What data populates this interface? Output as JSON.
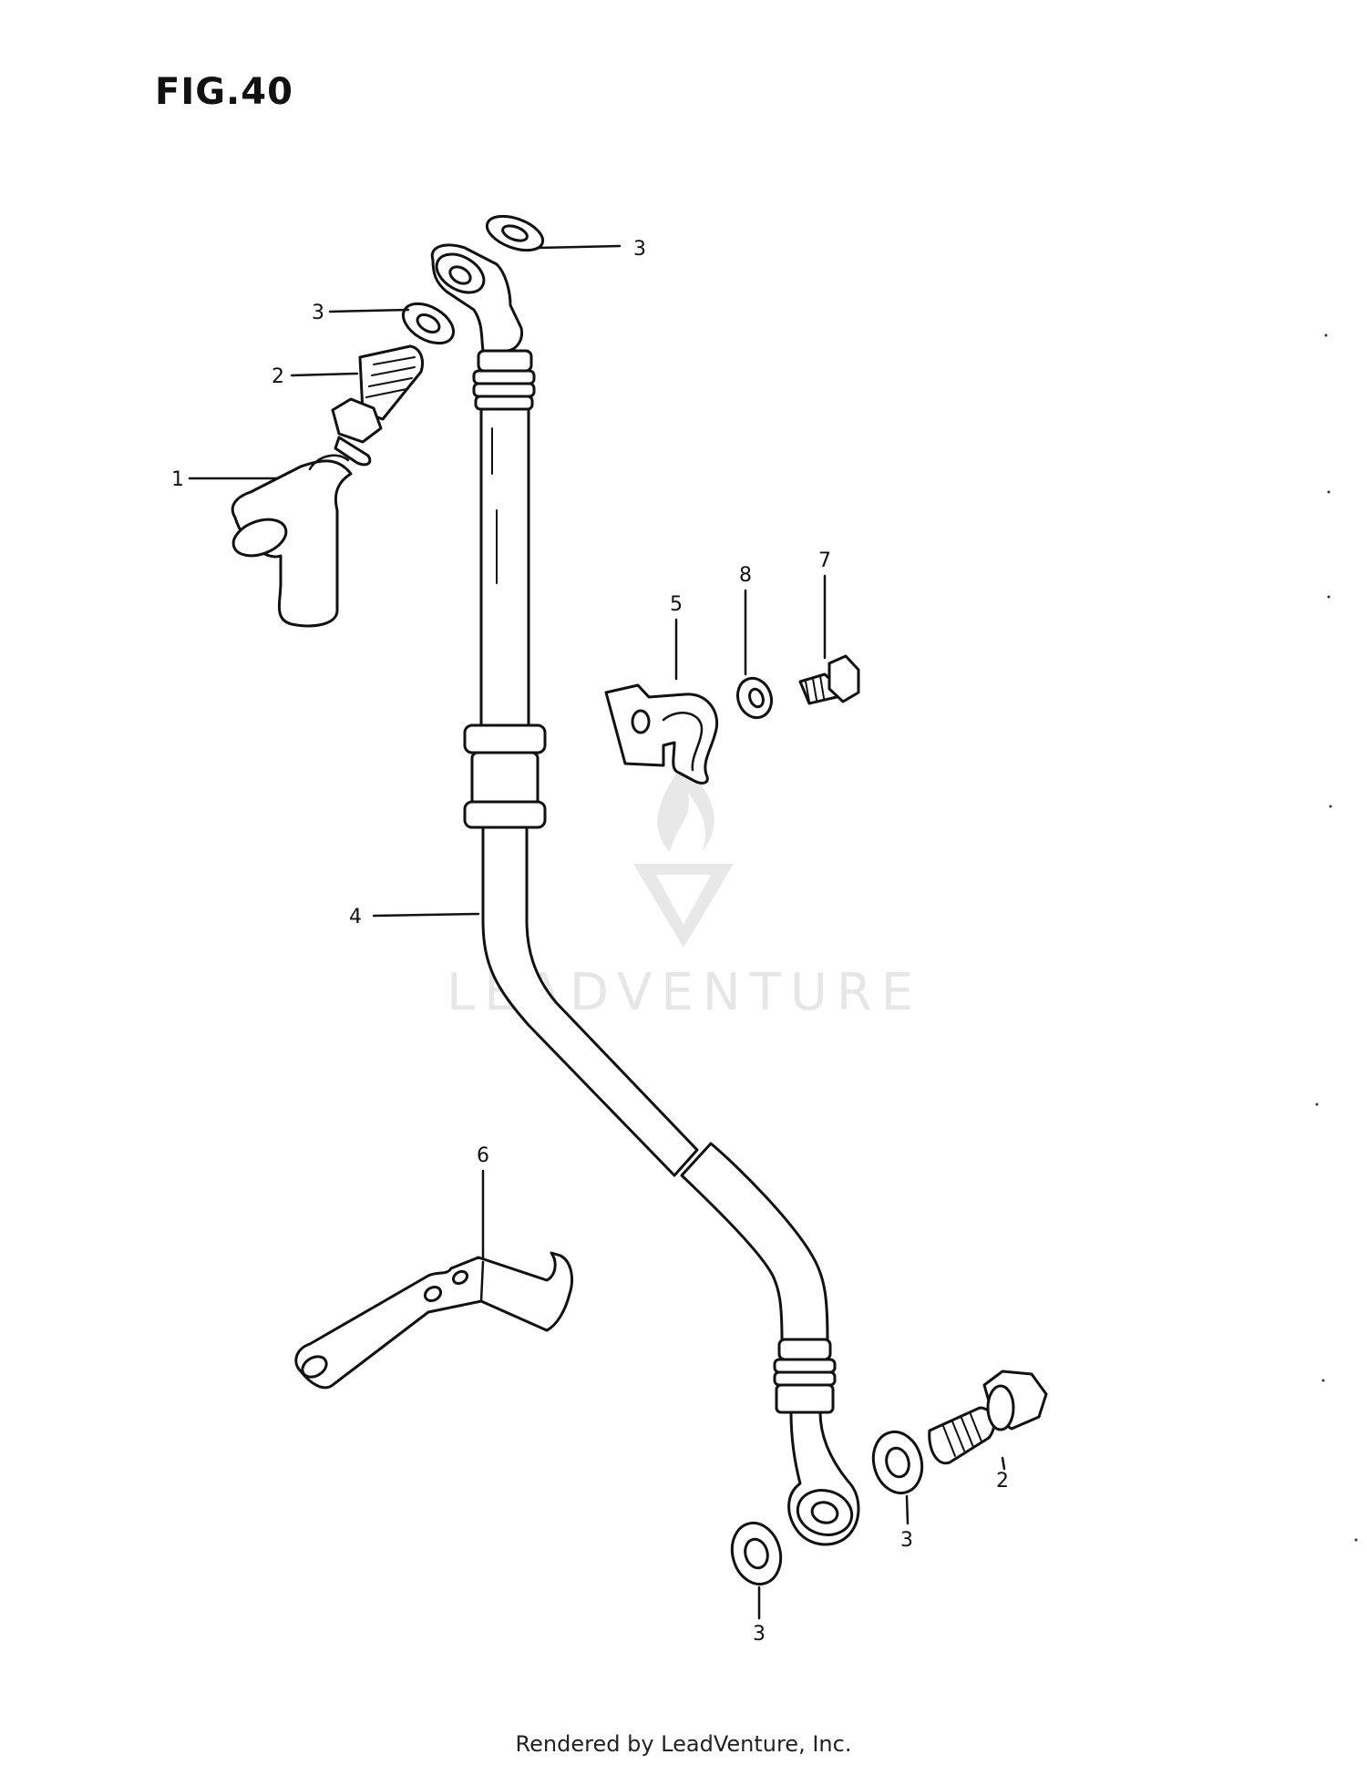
{
  "figure": {
    "title": "FIG.40"
  },
  "footer": {
    "text": "Rendered by LeadVenture, Inc."
  },
  "watermark": {
    "text": "LEADVENTURE"
  },
  "callouts": {
    "c1": "1",
    "c2a": "2",
    "c2b": "2",
    "c3a": "3",
    "c3b": "3",
    "c3c": "3",
    "c3d": "3",
    "c4": "4",
    "c5": "5",
    "c6": "6",
    "c7": "7",
    "c8": "8"
  }
}
